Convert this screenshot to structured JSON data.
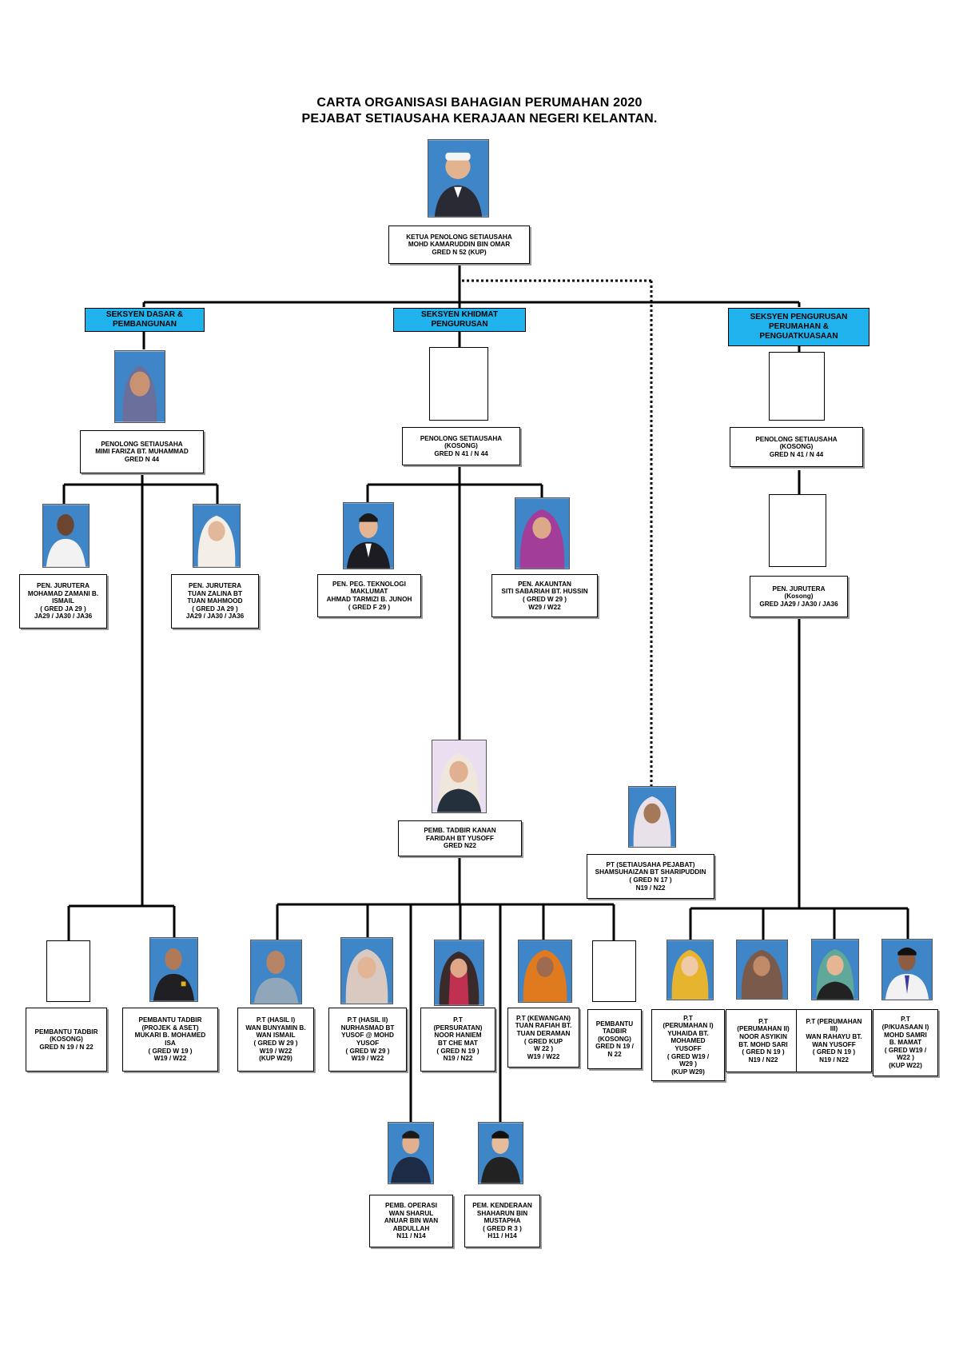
{
  "title": {
    "line1": "CARTA ORGANISASI BAHAGIAN PERUMAHAN 2020",
    "line2": "PEJABAT SETIAUSAHA KERAJAAN NEGERI KELANTAN."
  },
  "colors": {
    "section_fill": "#1fb2ec",
    "line": "#000000",
    "photo_bg_blue": "#3f86c8"
  },
  "head": [
    "KETUA PENOLONG SETIAUSAHA",
    "MOHD KAMARUDDIN BIN OMAR",
    "GRED N 52 (KUP)"
  ],
  "sections": {
    "dasar": [
      "SEKSYEN DASAR &",
      "PEMBANGUNAN"
    ],
    "khidmat": [
      "SEKSYEN KHIDMAT",
      "PENGURUSAN"
    ],
    "pengurusan": [
      "SEKSYEN PENGURUSAN",
      "PERUMAHAN &",
      "PENGUATKUASAAN"
    ]
  },
  "dasar": {
    "ps": [
      "PENOLONG SETIAUSAHA",
      "MIMI FARIZA BT. MUHAMMAD",
      "GRED N 44"
    ],
    "jurutera1": [
      "PEN. JURUTERA",
      "MOHAMAD ZAMANI B.",
      "ISMAIL",
      "( GRED JA 29 )",
      "JA29 / JA30 / JA36"
    ],
    "jurutera2": [
      "PEN. JURUTERA",
      "TUAN ZALINA BT",
      "TUAN MAHMOOD",
      "( GRED JA 29 )",
      "JA29 / JA30  / JA36"
    ],
    "pt_kosong": [
      "PEMBANTU TADBIR",
      "(KOSONG)",
      "GRED N 19 / N 22"
    ],
    "pt_projek": [
      "PEMBANTU TADBIR",
      "(PROJEK & ASET)",
      "MUKARI B. MOHAMED",
      "ISA",
      "( GRED W 19 )",
      "W19 / W22"
    ]
  },
  "khidmat": {
    "ps": [
      "PENOLONG SETIAUSAHA",
      "(KOSONG)",
      "GRED N 41 / N 44"
    ],
    "ppt": [
      "PEN. PEG. TEKNOLOGI",
      "MAKLUMAT",
      "AHMAD TARMIZI B. JUNOH",
      "( GRED F 29 )"
    ],
    "akauntan": [
      "PEN. AKAUNTAN",
      "SITI SABARIAH BT. HUSSIN",
      "( GRED W 29 )",
      "W29 / W22"
    ],
    "ptk": [
      "PEMB. TADBIR KANAN",
      "FARIDAH BT YUSOFF",
      "GRED N22"
    ],
    "hasil1": [
      "P.T (HASIL I)",
      "WAN BUNYAMIN B.",
      "WAN ISMAIL",
      "( GRED W 29 )",
      "W19 / W22",
      "(KUP W29)"
    ],
    "hasil2": [
      "P.T (HASIL II)",
      "NURHASMAD BT",
      "YUSOF @ MOHD",
      "YUSOF",
      "( GRED W 29  )",
      "W19 / W22"
    ],
    "persuratan": [
      "P.T",
      "(PERSURATAN)",
      "NOOR HANIEM",
      "BT CHE MAT",
      "( GRED N 19 )",
      "N19 / N22"
    ],
    "kewangan": [
      "P.T (KEWANGAN)",
      "TUAN RAFIAH BT.",
      "TUAN DERAMAN",
      "( GRED KUP",
      "W 22 )",
      "W19 / W22"
    ],
    "pt_kosong": [
      "PEMBANTU",
      "TADBIR",
      "(KOSONG)",
      "GRED N 19 /",
      "N 22"
    ],
    "operasi": [
      "PEMB. OPERASI",
      "WAN SHARUL",
      "ANUAR BIN WAN",
      "ABDULLAH",
      "N11 / N14"
    ],
    "kenderaan": [
      "PEM. KENDERAAN",
      "SHAHARUN BIN",
      "MUSTAPHA",
      "( GRED R 3 )",
      "H11 / H14"
    ]
  },
  "setiausaha_pejabat": [
    "PT (SETIAUSAHA PEJABAT)",
    "SHAMSUHAIZAN BT SHARIPUDDIN",
    "( GRED N 17 )",
    "N19 / N22"
  ],
  "pengurusan": {
    "ps": [
      "PENOLONG SETIAUSAHA",
      "(KOSONG)",
      "GRED N 41 / N 44"
    ],
    "jurutera": [
      "PEN. JURUTERA",
      "(Kosong)",
      "GRED JA29 / JA30 / JA36"
    ],
    "perumahan1": [
      "P.T",
      "(PERUMAHAN I)",
      "YUHAIDA BT.",
      "MOHAMED",
      "YUSOFF",
      "( GRED W19 /",
      "W29 )",
      "(KUP W29)"
    ],
    "perumahan2": [
      "P.T",
      "(PERUMAHAN II)",
      "NOOR ASYIKIN",
      "BT. MOHD SARI",
      "( GRED N 19 )",
      "N19 / N22"
    ],
    "perumahan3": [
      "P.T (PERUMAHAN",
      "III)",
      "WAN RAHAYU BT.",
      "WAN YUSOFF",
      "( GRED N 19 )",
      "N19 / N22"
    ],
    "kuasaan": [
      "P.T",
      "(P/KUASAAN I)",
      "MOHD SAMRI",
      "B. MAMAT",
      "( GRED  W19 /",
      "W22 )",
      "(KUP W22)"
    ]
  }
}
